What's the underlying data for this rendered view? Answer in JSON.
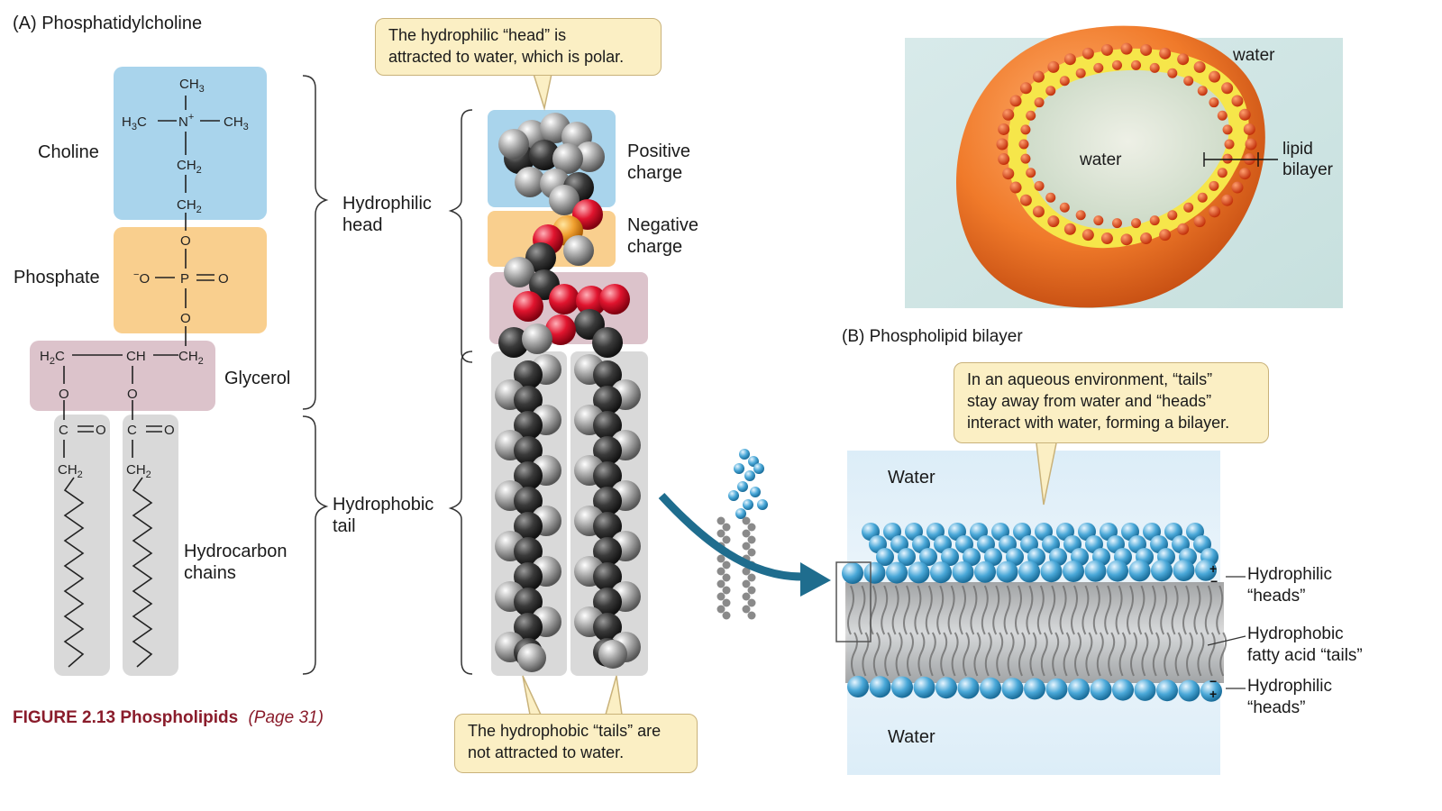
{
  "panel_a": {
    "title": "(A)  Phosphatidylcholine",
    "groups": {
      "choline": "Choline",
      "phosphate": "Phosphate",
      "glycerol": "Glycerol",
      "hydrocarbon_line1": "Hydrocarbon",
      "hydrocarbon_line2": "chains"
    },
    "braces": {
      "head_line1": "Hydrophilic",
      "head_line2": "head",
      "tail_line1": "Hydrophobic",
      "tail_line2": "tail"
    },
    "model": {
      "positive_line1": "Positive",
      "positive_line2": "charge",
      "negative_line1": "Negative",
      "negative_line2": "charge"
    },
    "callout_head": {
      "line1": "The hydrophilic “head” is",
      "line2": "attracted to water, which is polar."
    },
    "callout_tail": {
      "line1": "The hydrophobic “tails” are",
      "line2": "not attracted to water."
    }
  },
  "figure_caption": {
    "label": "FIGURE 2.13  Phospholipids",
    "page": "(Page 31)"
  },
  "vesicle": {
    "water_outside": "water",
    "water_inside": "water",
    "bilayer_line1": "lipid",
    "bilayer_line2": "bilayer"
  },
  "panel_b": {
    "title": "(B)  Phospholipid bilayer",
    "callout": {
      "line1": "In an aqueous environment, “tails”",
      "line2": "stay away from water and “heads”",
      "line3": "interact with water, forming a bilayer."
    },
    "water_top": "Water",
    "water_bottom": "Water",
    "heads_top_line1": "Hydrophilic",
    "heads_top_line2": "“heads”",
    "tails_line1": "Hydrophobic",
    "tails_line2": "fatty acid “tails”",
    "heads_bottom_line1": "Hydrophilic",
    "heads_bottom_line2": "“heads”"
  },
  "colors": {
    "choline_bg": "#a9d4ec",
    "phosphate_bg": "#f9cf8e",
    "glycerol_bg": "#dcc3cb",
    "tail_bg": "#d9d9d9",
    "caption": "#8a1c2b",
    "callout_bg": "#fbefc4",
    "arrow": "#1f6d8e"
  }
}
